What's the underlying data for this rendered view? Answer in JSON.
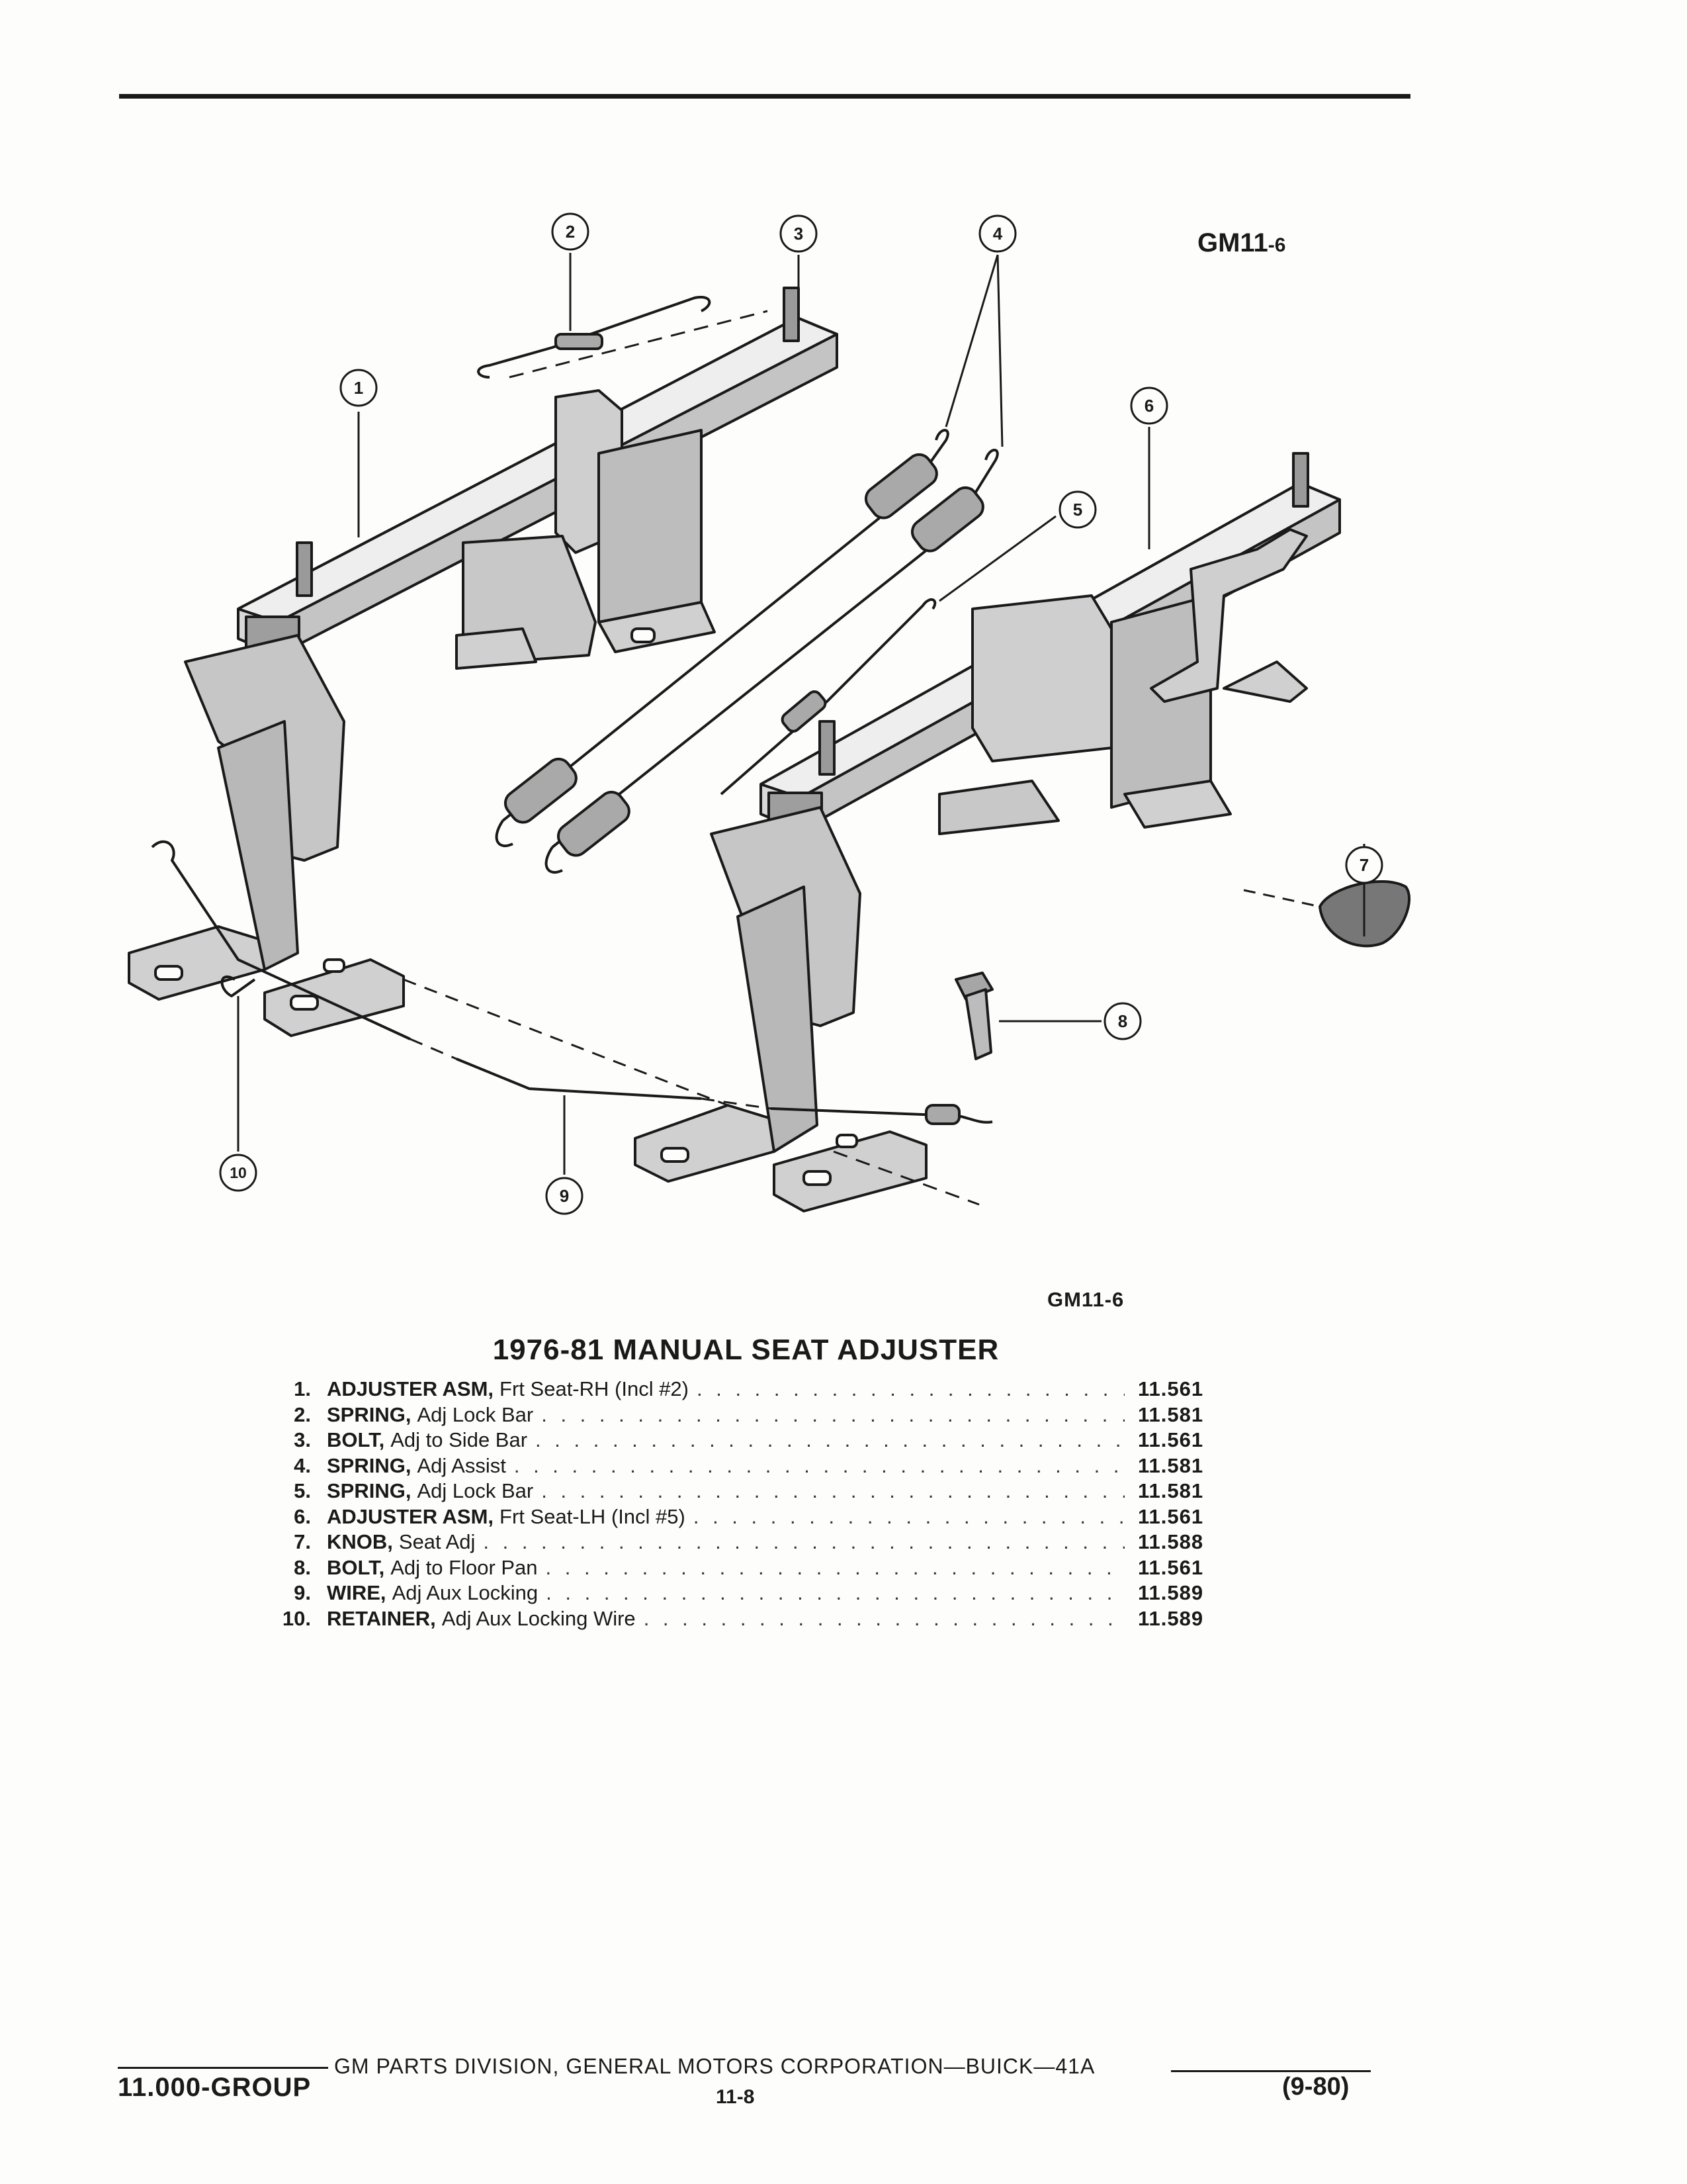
{
  "illustration": {
    "code_main": "GM11",
    "code_sub": "-6",
    "callouts": [
      "1",
      "2",
      "3",
      "4",
      "5",
      "6",
      "7",
      "8",
      "9",
      "10"
    ]
  },
  "caption_code": "GM11-6",
  "title": "1976-81 MANUAL SEAT ADJUSTER",
  "parts": [
    {
      "no": "1.",
      "name": "ADJUSTER ASM,",
      "desc": "Frt Seat-RH (Incl #2)",
      "group": "11.561"
    },
    {
      "no": "2.",
      "name": "SPRING,",
      "desc": "Adj Lock Bar",
      "group": "11.581"
    },
    {
      "no": "3.",
      "name": "BOLT,",
      "desc": "Adj to Side Bar",
      "group": "11.561"
    },
    {
      "no": "4.",
      "name": "SPRING,",
      "desc": "Adj Assist",
      "group": "11.581"
    },
    {
      "no": "5.",
      "name": "SPRING,",
      "desc": "Adj Lock Bar",
      "group": "11.581"
    },
    {
      "no": "6.",
      "name": "ADJUSTER ASM,",
      "desc": "Frt Seat-LH (Incl #5)",
      "group": "11.561"
    },
    {
      "no": "7.",
      "name": "KNOB,",
      "desc": "Seat Adj",
      "group": "11.588"
    },
    {
      "no": "8.",
      "name": "BOLT,",
      "desc": "Adj to Floor Pan",
      "group": "11.561"
    },
    {
      "no": "9.",
      "name": "WIRE,",
      "desc": "Adj Aux Locking",
      "group": "11.589"
    },
    {
      "no": "10.",
      "name": "RETAINER,",
      "desc": "Adj Aux Locking Wire",
      "group": "11.589"
    }
  ],
  "footer": {
    "line": "GM PARTS DIVISION, GENERAL MOTORS CORPORATION—BUICK—41A",
    "group": "11.000-GROUP",
    "page": "11-8",
    "date": "(9-80)"
  }
}
